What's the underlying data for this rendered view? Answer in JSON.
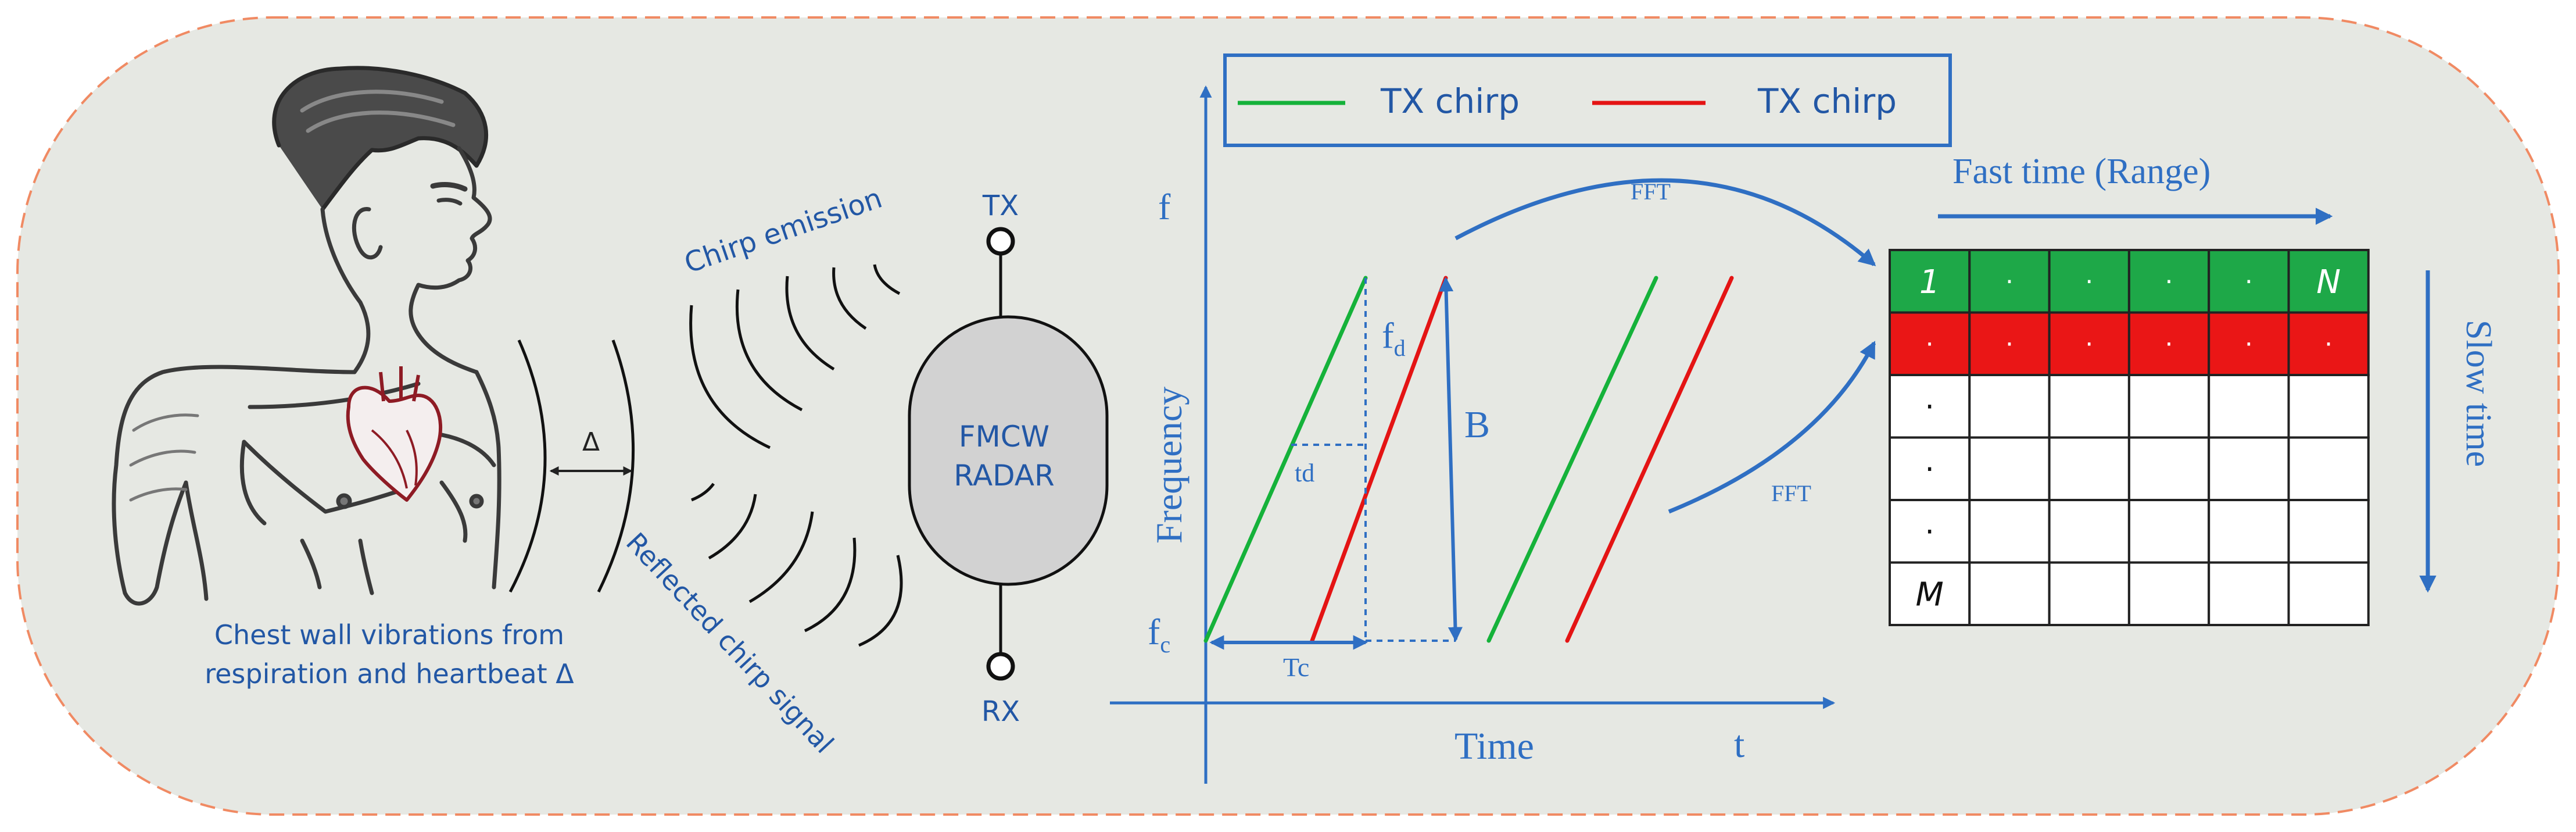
{
  "colors": {
    "background": "#e6e8e3",
    "border_dash": "#f08a63",
    "blue": "#2f6fc3",
    "dark_blue": "#2257a5",
    "green": "#15b23a",
    "red": "#e41414",
    "cell_green": "#1ea848",
    "cell_red": "#ea1616",
    "radar_fill": "#d2d2d2",
    "ink": "#222222",
    "skin_line": "#3a3a3a",
    "heart": "#8e1b24"
  },
  "person": {
    "caption_line1": "Chest wall vibrations from",
    "caption_line2": "respiration and heartbeat Δ",
    "delta_label": "Δ"
  },
  "waves": {
    "emission_label": "Chirp emission",
    "reflection_label": "Reflected chirp signal"
  },
  "radar": {
    "line1": "FMCW",
    "line2": "RADAR",
    "tx_label": "TX",
    "rx_label": "RX"
  },
  "legend": {
    "green_label": "TX chirp",
    "red_label": "TX chirp"
  },
  "chirp_plot": {
    "y_axis_symbol": "f",
    "y_axis_label": "Frequency",
    "x_axis_label": "Time",
    "x_axis_symbol": "t",
    "fc_label": "f",
    "fc_sub": "c",
    "fd_label": "f",
    "fd_sub": "d",
    "td_label": "td",
    "tc_label": "Tc",
    "b_label": "B",
    "fft_top": "FFT",
    "fft_bottom": "FFT"
  },
  "matrix": {
    "fast_time_label": "Fast time (Range)",
    "slow_time_label": "Slow time",
    "first_row": [
      "1",
      "·",
      "·",
      "·",
      "·",
      "N"
    ],
    "second_row": [
      "·",
      "·",
      "·",
      "·",
      "·",
      "·"
    ],
    "left_column_rest": [
      "·",
      "·",
      "·",
      "M"
    ]
  }
}
